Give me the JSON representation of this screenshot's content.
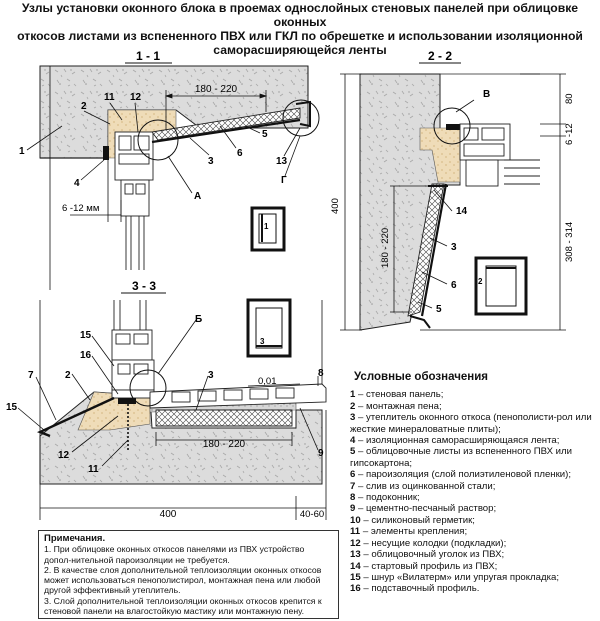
{
  "title": "Узлы установки оконного блока в проемах однослойных стеновых панелей при облицовке оконных\nоткосов листами из вспененного ПВХ  или ГКЛ по обрешетке и использовании изоляционной\nсаморасширяющейся ленты",
  "sections": {
    "s11": "1 - 1",
    "s22": "2 - 2",
    "s33": "3 - 3"
  },
  "dims": {
    "d180_220_top": "180 - 220",
    "d6_12mm": "6 -12 мм",
    "d80": "80",
    "d6_12": "6 -12",
    "d400_vert": "400",
    "d180_220_vert": "180 - 220",
    "d308_314": "308 - 314",
    "d001": "0,01",
    "d180_220_bottom": "180 - 220",
    "d400_bottom": "400",
    "d40_60": "40-60"
  },
  "callouts": {
    "s1_1": "1",
    "s1_2": "2",
    "s1_11": "11",
    "s1_12": "12",
    "s1_4": "4",
    "s1_5": "5",
    "s1_3": "3",
    "s1_6": "6",
    "s1_13": "13",
    "s1_A": "А",
    "s1_G": "Г",
    "s2_B": "В",
    "s2_14": "14",
    "s2_3": "3",
    "s2_6": "6",
    "s2_5": "5",
    "s3_15a": "15",
    "s3_16": "16",
    "s3_B": "Б",
    "s3_2": "2",
    "s3_3": "3",
    "s3_7": "7",
    "s3_8": "8",
    "s3_15b": "15",
    "s3_12": "12",
    "s3_11": "11",
    "s3_9": "9"
  },
  "icons": {
    "i1": "1",
    "i2": "2",
    "i3": "3"
  },
  "legend": {
    "title": "Условные обозначения",
    "items": [
      {
        "num": "1",
        "text": " – стеновая панель;"
      },
      {
        "num": "2",
        "text": " – монтажная пена;"
      },
      {
        "num": "3",
        "text": " – утеплитель оконного откоса (пенополисти-рол или жесткие минераловатные плиты);"
      },
      {
        "num": "4",
        "text": " – изоляционная саморасширяющаяся лента;"
      },
      {
        "num": "5",
        "text": " – облицовочные листы из вспененного ПВХ или гипсокартона;"
      },
      {
        "num": "6",
        "text": " – пароизоляция (слой полиэтиленовой пленки);"
      },
      {
        "num": "7",
        "text": " – слив из оцинкованной стали;"
      },
      {
        "num": "8",
        "text": " – подоконник;"
      },
      {
        "num": "9",
        "text": " – цементно-песчаный раствор;"
      },
      {
        "num": "10",
        "text": " – силиконовый герметик;"
      },
      {
        "num": "11",
        "text": " – элементы крепления;"
      },
      {
        "num": "12",
        "text": " – несущие колодки (подкладки);"
      },
      {
        "num": "13",
        "text": " – облицовочный уголок из ПВХ;"
      },
      {
        "num": "14",
        "text": " – стартовый профиль из ПВХ;"
      },
      {
        "num": "15",
        "text": " – шнур «Вилатерм» или упругая прокладка;"
      },
      {
        "num": "16",
        "text": " – подставочный профиль."
      }
    ]
  },
  "notes": {
    "title": "Примечания.",
    "lines": [
      "1. При облицовке оконных откосов панелями из ПВХ устройство допол-нительной пароизоляции не требуется.",
      "2. В качестве слоя дополнительной теплоизоляции оконных откосов может использоваться пенополистирол, монтажная пена или любой другой эффективный утеплитель.",
      "3. Слой дополнительной теплоизоляции оконных откосов крепится к стеновой панели на влагостойкую мастику или монтажную пену."
    ]
  }
}
